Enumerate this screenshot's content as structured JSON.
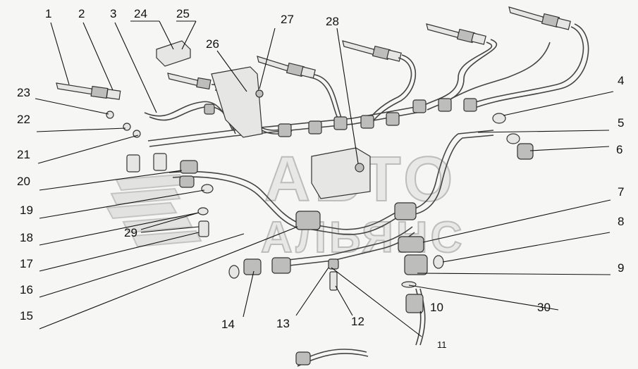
{
  "watermark": {
    "line1": "АВТО",
    "line2": "АЛЬЯНС"
  },
  "callouts": [
    {
      "id": "c1",
      "text": "1"
    },
    {
      "id": "c2",
      "text": "2"
    },
    {
      "id": "c3",
      "text": "3"
    },
    {
      "id": "c24",
      "text": "24"
    },
    {
      "id": "c25",
      "text": "25"
    },
    {
      "id": "c26",
      "text": "26"
    },
    {
      "id": "c27",
      "text": "27"
    },
    {
      "id": "c28",
      "text": "28"
    },
    {
      "id": "c4",
      "text": "4"
    },
    {
      "id": "c5",
      "text": "5"
    },
    {
      "id": "c6",
      "text": "6"
    },
    {
      "id": "c7",
      "text": "7"
    },
    {
      "id": "c8",
      "text": "8"
    },
    {
      "id": "c9",
      "text": "9"
    },
    {
      "id": "c30",
      "text": "30"
    },
    {
      "id": "c10",
      "text": "10"
    },
    {
      "id": "c11",
      "text": "11"
    },
    {
      "id": "c12",
      "text": "12"
    },
    {
      "id": "c13",
      "text": "13"
    },
    {
      "id": "c14",
      "text": "14"
    },
    {
      "id": "c15",
      "text": "15"
    },
    {
      "id": "c16",
      "text": "16"
    },
    {
      "id": "c17",
      "text": "17"
    },
    {
      "id": "c18",
      "text": "18"
    },
    {
      "id": "c19",
      "text": "19"
    },
    {
      "id": "c20",
      "text": "20"
    },
    {
      "id": "c21",
      "text": "21"
    },
    {
      "id": "c22",
      "text": "22"
    },
    {
      "id": "c23",
      "text": "23"
    },
    {
      "id": "c29",
      "text": "29"
    }
  ]
}
